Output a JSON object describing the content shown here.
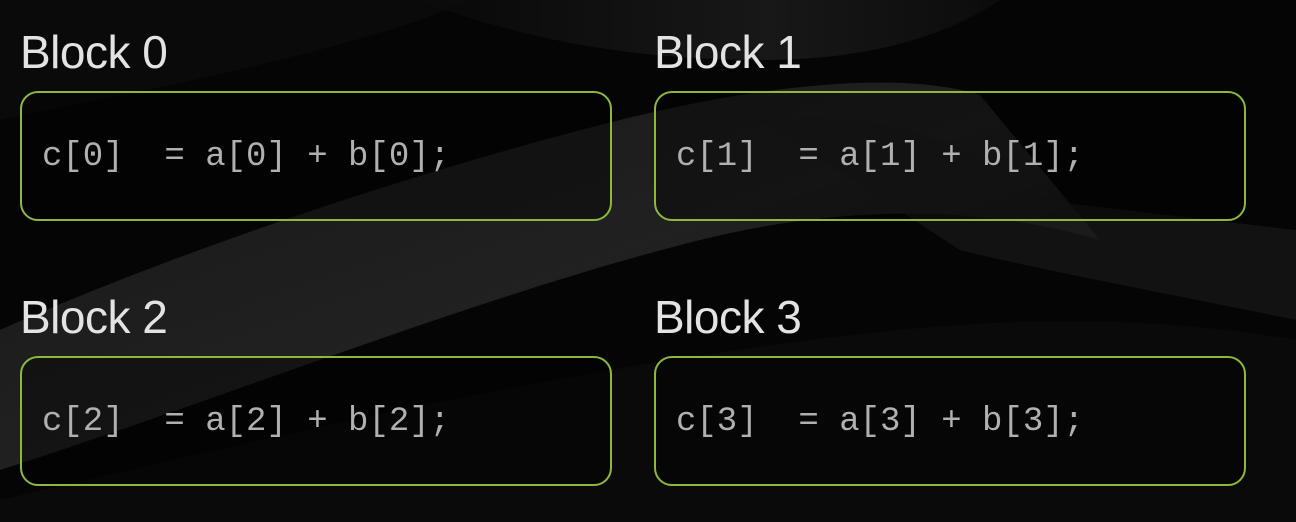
{
  "blocks": [
    {
      "title": "Block 0",
      "code": "c[0]  = a[0] + b[0];"
    },
    {
      "title": "Block 1",
      "code": "c[1]  = a[1] + b[1];"
    },
    {
      "title": "Block 2",
      "code": "c[2]  = a[2] + b[2];"
    },
    {
      "title": "Block 3",
      "code": "c[3]  = a[3] + b[3];"
    }
  ],
  "colors": {
    "background": "#050505",
    "box_border": "#8db83a",
    "title_text": "#e3e3e3",
    "code_text": "#b0b0b0"
  }
}
